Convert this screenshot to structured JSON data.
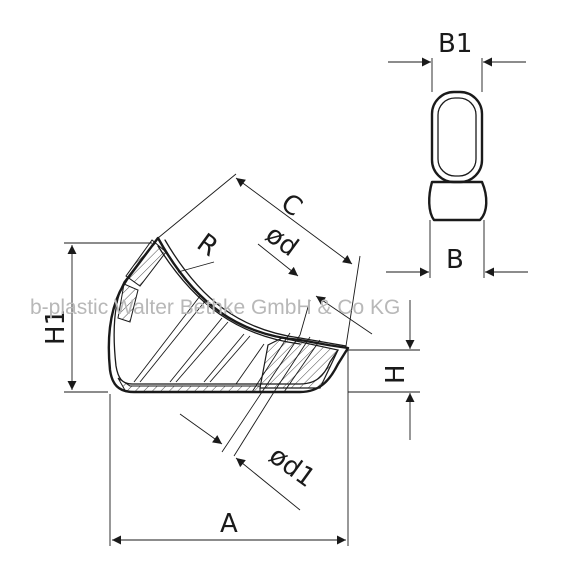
{
  "watermark": "b-plastic Walter Bethke GmbH & Co KG",
  "labels": {
    "a": "A",
    "b": "B",
    "b1": "B1",
    "c": "C",
    "r": "R",
    "h": "H",
    "h1": "H1",
    "d": "ød",
    "d1": "ød1"
  },
  "colors": {
    "line": "#1a1a1a",
    "watermark": "#b8b8b8",
    "background": "#ffffff"
  }
}
